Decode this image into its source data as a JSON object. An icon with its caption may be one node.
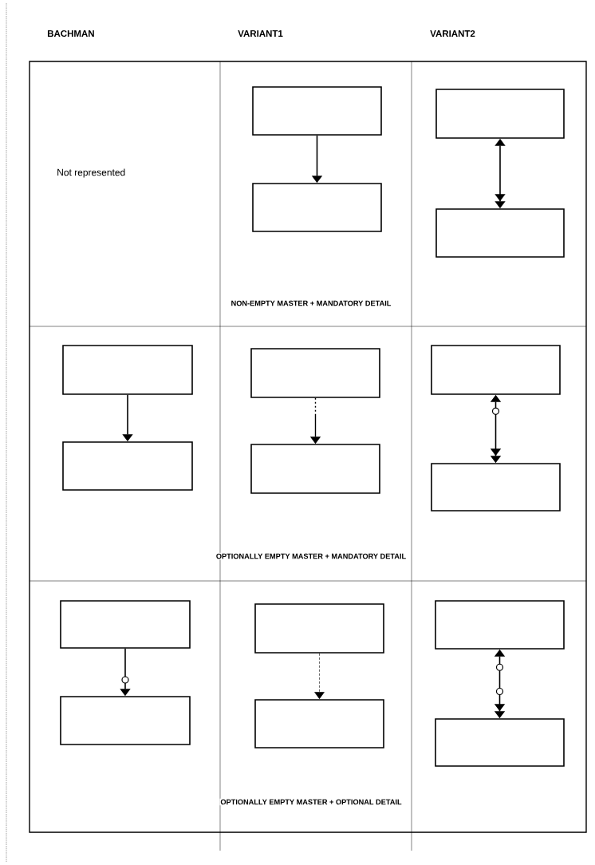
{
  "diagram": {
    "nodes": [
      {
        "text": [],
        "shape": "box"
      },
      {
        "text": [],
        "shape": "box"
      },
      {
        "text": [],
        "shape": "box"
      },
      {
        "text": [],
        "shape": "box"
      },
      {
        "text": [],
        "shape": "box"
      },
      {
        "text": [],
        "shape": "box"
      },
      {
        "text": [],
        "shape": "box"
      },
      {
        "text": [],
        "shape": "box"
      },
      {
        "text": [],
        "shape": "box"
      },
      {
        "text": [],
        "shape": "box"
      },
      {
        "text": [],
        "shape": "box"
      },
      {
        "text": [],
        "shape": "box"
      },
      {
        "text": [],
        "shape": "box"
      },
      {
        "text": [],
        "shape": "box"
      },
      {
        "text": [],
        "shape": "box"
      },
      {
        "text": [],
        "shape": "box"
      }
    ],
    "edges": [
      {
        "from": 0,
        "to": 1,
        "arrow": "to"
      },
      {
        "from": 2,
        "to": 3,
        "arrow": "both"
      },
      {
        "from": 4,
        "to": 5,
        "arrow": "to"
      },
      {
        "from": 6,
        "to": 7,
        "arrow": "to",
        "style": "dashed"
      },
      {
        "from": 8,
        "to": 9,
        "arrow": "both"
      },
      {
        "from": 10,
        "to": 11,
        "arrow": "to"
      },
      {
        "from": 12,
        "to": 13,
        "arrow": "to",
        "style": "dashed"
      },
      {
        "from": 14,
        "to": 15,
        "arrow": "both"
      }
    ],
    "labels": [
      "BACHMAN",
      "VARIANT1",
      "VARIANT2",
      "Not represented",
      "NON-EMPTY MASTER + MANDATORY DETAIL",
      "OPTIONALLY EMPTY MASTER + MANDATORY DETAIL",
      "OPTIONALLY EMPTY MASTER + OPTIONAL DETAIL"
    ]
  }
}
